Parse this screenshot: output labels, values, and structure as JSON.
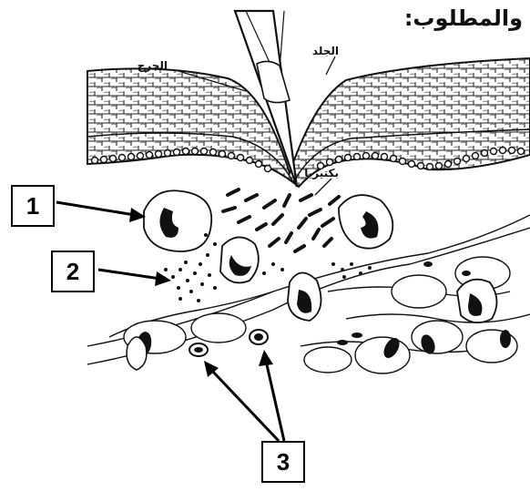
{
  "heading": "والمطلوب:",
  "labels": {
    "skin": "الجلد",
    "wound": "الجرح",
    "bacteria": "بكتيريا"
  },
  "callouts": [
    "1",
    "2",
    "3"
  ]
}
